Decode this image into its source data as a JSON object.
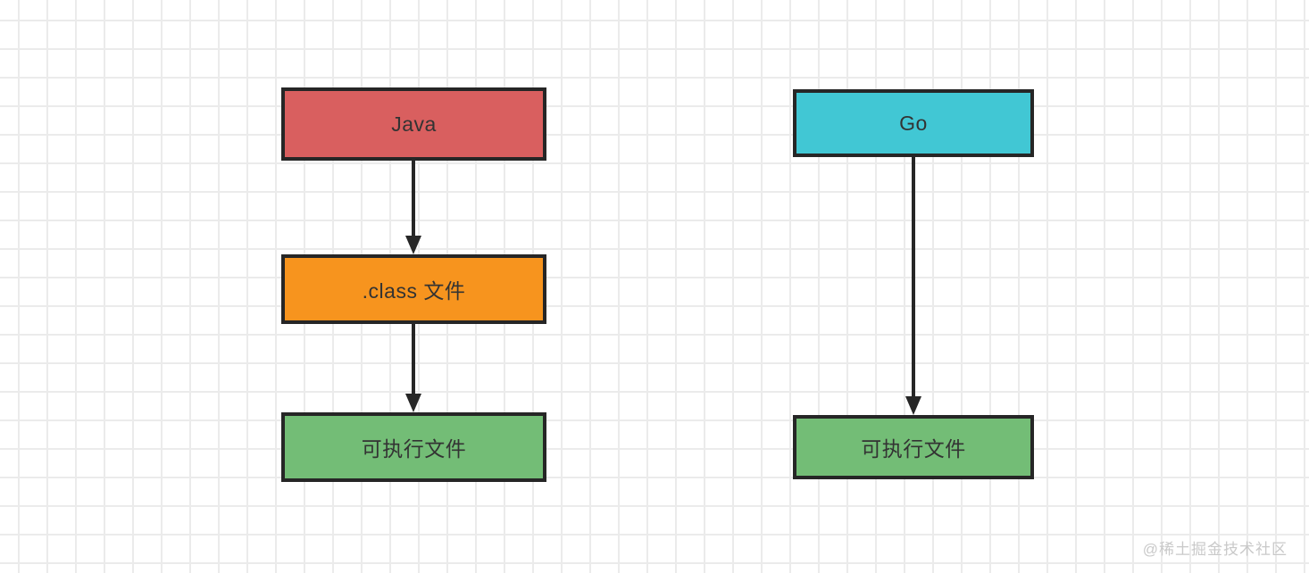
{
  "diagram": {
    "left_flow": {
      "nodes": [
        {
          "id": "java",
          "label": "Java",
          "color": "#d95f5f"
        },
        {
          "id": "class",
          "label": ".class 文件",
          "color": "#f7941e"
        },
        {
          "id": "exec-left",
          "label": "可执行文件",
          "color": "#73bd76"
        }
      ],
      "edges": [
        {
          "from": "java",
          "to": "class"
        },
        {
          "from": "class",
          "to": "exec-left"
        }
      ]
    },
    "right_flow": {
      "nodes": [
        {
          "id": "go",
          "label": "Go",
          "color": "#41c7d4"
        },
        {
          "id": "exec-right",
          "label": "可执行文件",
          "color": "#73bd76"
        }
      ],
      "edges": [
        {
          "from": "go",
          "to": "exec-right"
        }
      ]
    },
    "border_color": "#262626",
    "arrow_color": "#262626",
    "text_color": "#333333"
  },
  "watermark": "@稀土掘金技术社区"
}
